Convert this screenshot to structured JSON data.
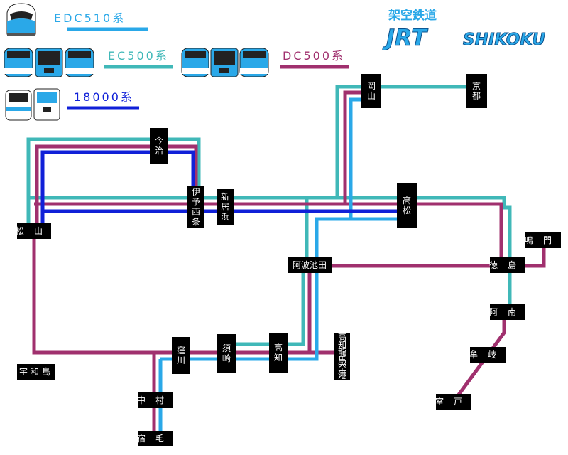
{
  "header": {
    "title_jp": "架空鉄道",
    "logo_left": "JRT",
    "logo_right": "SHIKOKU"
  },
  "legend": [
    {
      "label": "EDC510系",
      "color": "#2aa8e8"
    },
    {
      "label": "EC500系",
      "color": "#40b8b8"
    },
    {
      "label": "DC500系",
      "color": "#a0306e"
    },
    {
      "label": "18000系",
      "color": "#1020d8"
    }
  ],
  "stations": {
    "kyoto": "京都",
    "okayama": "岡山",
    "imabari": "今治",
    "iyosaijo": "伊予西条",
    "niihama": "新居浜",
    "takamatsu": "高松",
    "matsuyama": "松山",
    "naruto": "鳴門",
    "awaikeda": "阿波池田",
    "tokushima": "徳島",
    "anan": "阿南",
    "uwajima": "宇和島",
    "kubokawa": "窪川",
    "susaki": "須崎",
    "kochi": "高知",
    "kochi_airport": "高知龍馬空港",
    "mugi": "牟岐",
    "nakamura": "中村",
    "muroto": "室戸",
    "sukumo": "宿毛"
  },
  "colors": {
    "edc510": "#2aa8e8",
    "ec500": "#40b8b8",
    "dc500": "#a0306e",
    "s18000": "#1020d8",
    "station_bg": "#000000",
    "station_text": "#ffffff"
  }
}
